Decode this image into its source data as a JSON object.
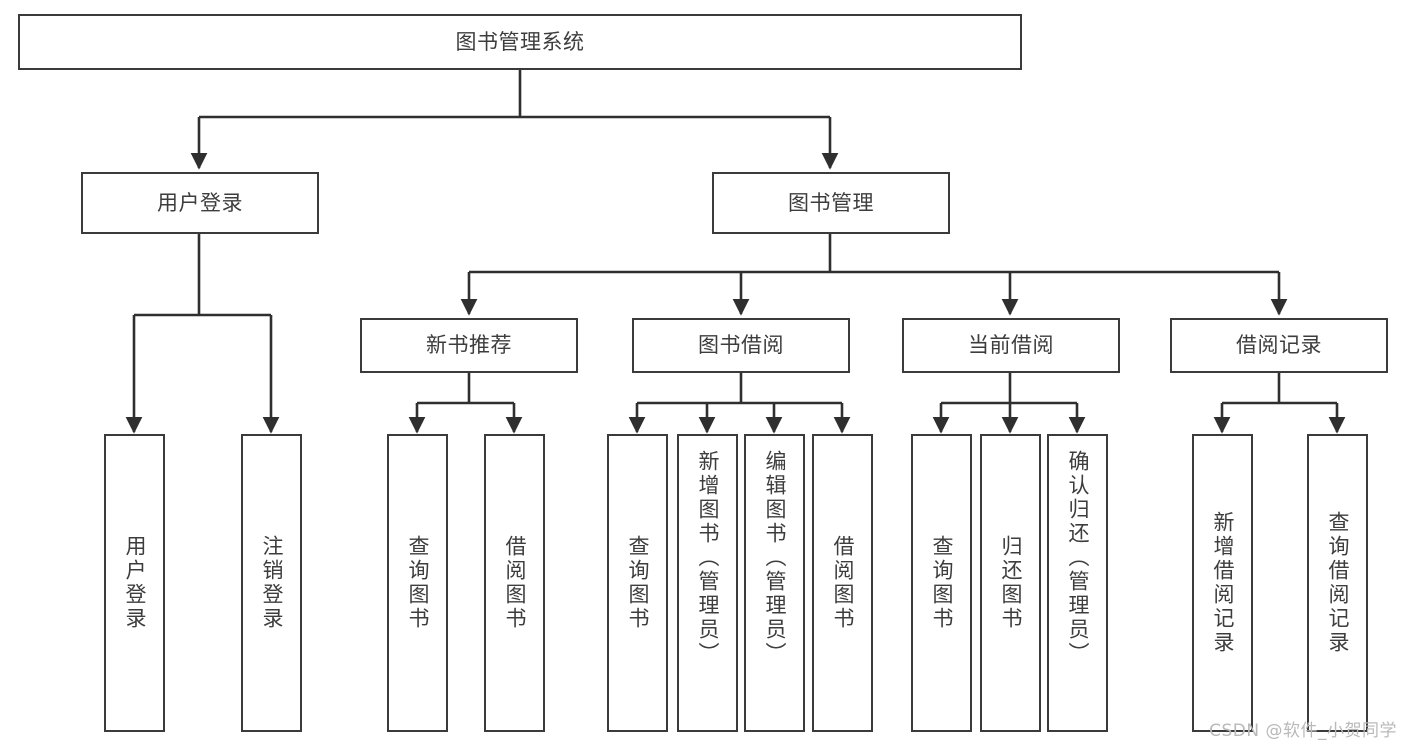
{
  "diagram": {
    "type": "tree-hierarchy-diagram",
    "title": "图书管理系统",
    "colors": {
      "background": "#ffffff",
      "box_border": "#3b3b3b",
      "text": "#3d3d3d",
      "connector": "#2f2f2f",
      "watermark": "#b9b9b9"
    },
    "watermark": "CSDN @软件_小贺同学",
    "nodes": {
      "root": {
        "label": "图书管理系统",
        "level": 1,
        "orientation": "horizontal"
      },
      "level2": [
        {
          "id": "user-login",
          "label": "用户登录",
          "orientation": "horizontal"
        },
        {
          "id": "book-manage",
          "label": "图书管理",
          "orientation": "horizontal"
        }
      ],
      "level3": [
        {
          "id": "new-book-recommend",
          "label": "新书推荐",
          "orientation": "horizontal",
          "parent": "book-manage"
        },
        {
          "id": "book-borrow",
          "label": "图书借阅",
          "orientation": "horizontal",
          "parent": "book-manage"
        },
        {
          "id": "current-borrow",
          "label": "当前借阅",
          "orientation": "horizontal",
          "parent": "book-manage"
        },
        {
          "id": "borrow-record",
          "label": "借阅记录",
          "orientation": "horizontal",
          "parent": "book-manage"
        }
      ],
      "leaves": [
        {
          "id": "leaf-user-login",
          "label": "用户登录",
          "parent": "user-login"
        },
        {
          "id": "leaf-logout-login",
          "label": "注销登录",
          "parent": "user-login"
        },
        {
          "id": "leaf-query-book-1",
          "label": "查询图书",
          "parent": "new-book-recommend"
        },
        {
          "id": "leaf-borrow-book-1",
          "label": "借阅图书",
          "parent": "new-book-recommend"
        },
        {
          "id": "leaf-query-book-2",
          "label": "查询图书",
          "parent": "book-borrow"
        },
        {
          "id": "leaf-add-book",
          "label": "新增图书（管理员）",
          "parent": "book-borrow"
        },
        {
          "id": "leaf-edit-book",
          "label": "编辑图书（管理员）",
          "parent": "book-borrow"
        },
        {
          "id": "leaf-borrow-book-2",
          "label": "借阅图书",
          "parent": "book-borrow"
        },
        {
          "id": "leaf-query-book-3",
          "label": "查询图书",
          "parent": "current-borrow"
        },
        {
          "id": "leaf-return-book",
          "label": "归还图书",
          "parent": "current-borrow"
        },
        {
          "id": "leaf-confirm-return",
          "label": "确认归还（管理员）",
          "parent": "current-borrow"
        },
        {
          "id": "leaf-add-record",
          "label": "新增借阅记录",
          "parent": "borrow-record"
        },
        {
          "id": "leaf-query-record",
          "label": "查询借阅记录",
          "parent": "borrow-record"
        }
      ]
    }
  }
}
